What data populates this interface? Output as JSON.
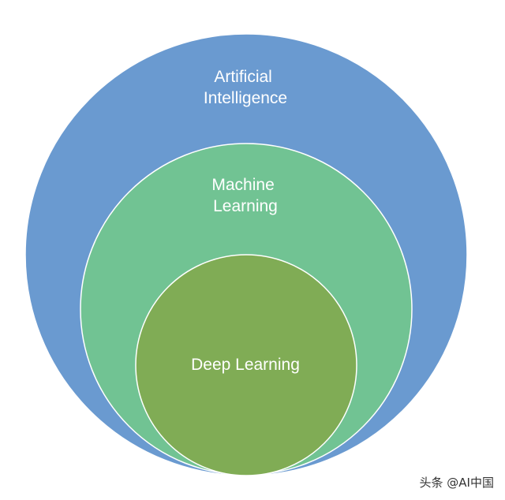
{
  "diagram": {
    "outer": {
      "line1": "Artificial",
      "line2": "Intelligence",
      "fill": "#6a9ad0"
    },
    "middle": {
      "line1": "Machine",
      "line2": "Learning",
      "fill": "#71c393"
    },
    "inner": {
      "label": "Deep Learning",
      "fill": "#80ac55"
    }
  },
  "watermark": {
    "text": "头条 @AI中国"
  }
}
